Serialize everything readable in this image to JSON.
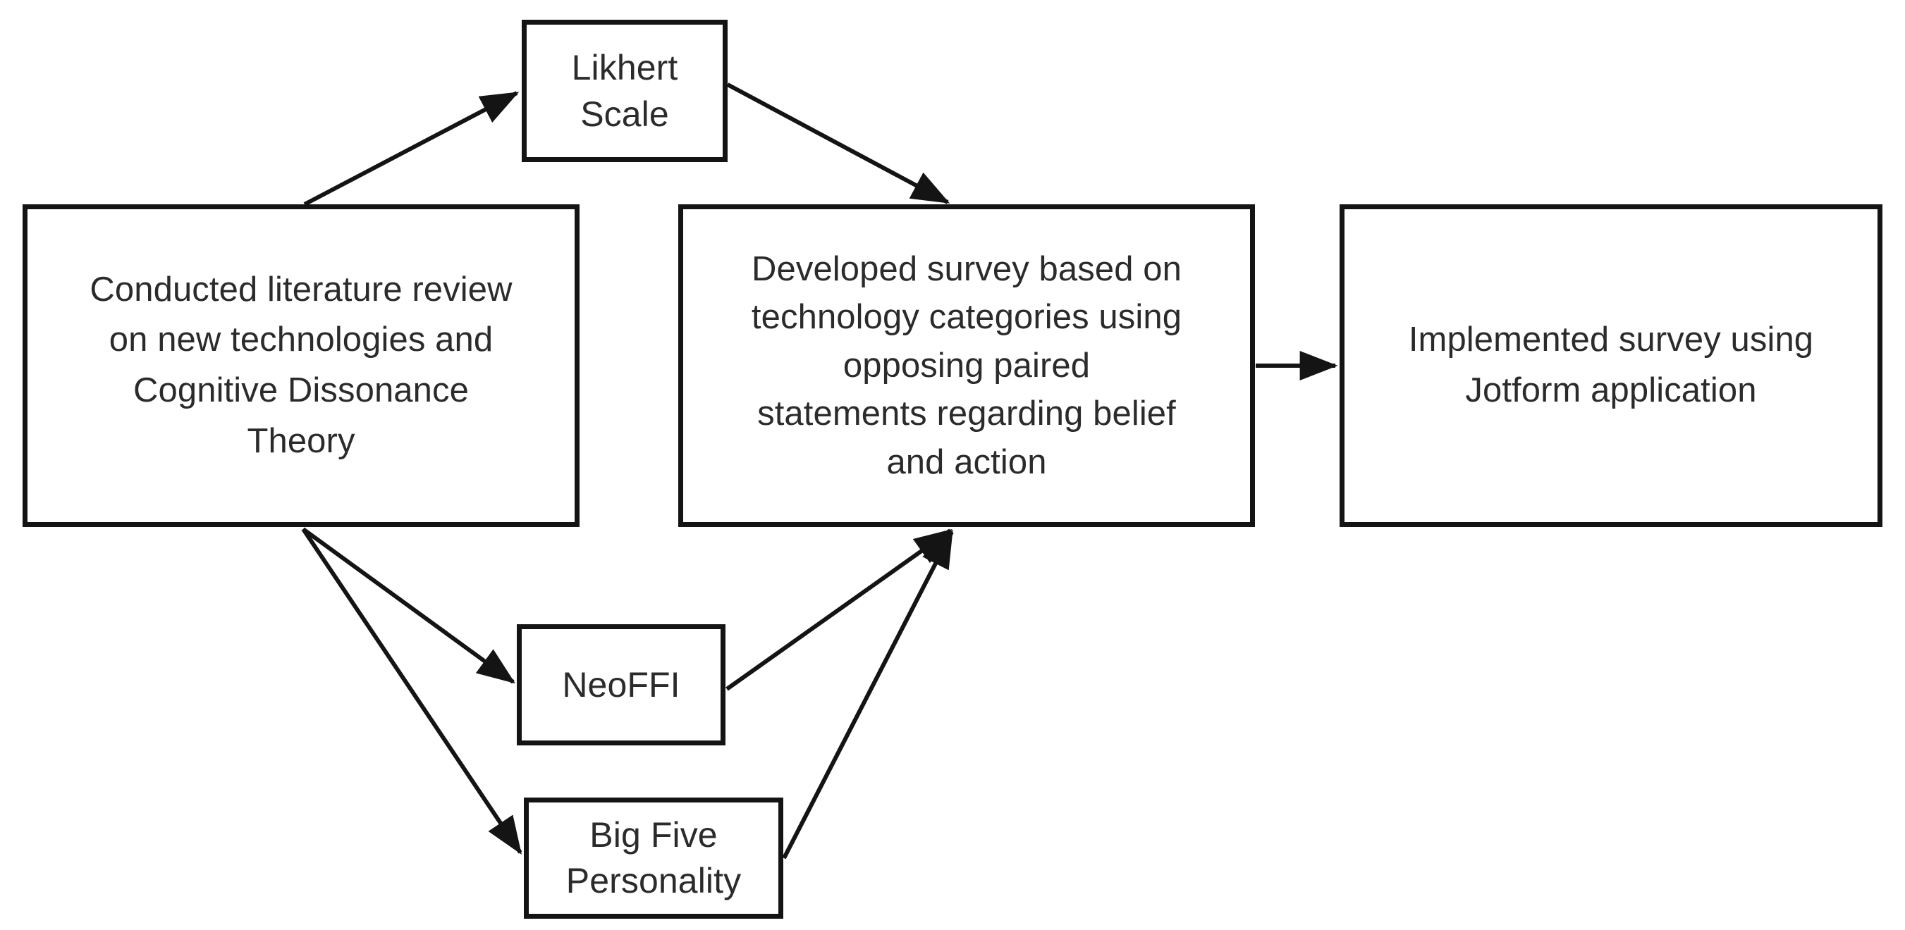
{
  "diagram": {
    "type": "flowchart",
    "title": "Survey development process flowchart",
    "background_color": "#ffffff",
    "node_border_color": "#141414",
    "node_fill_color": "#ffffff",
    "text_color": "#2b2b2b",
    "edge_color": "#141414",
    "nodes": [
      {
        "id": "likhert",
        "label": "Likhert\nScale",
        "shape": "rectangle"
      },
      {
        "id": "literature",
        "label": "Conducted literature review\non new technologies and\nCognitive Dissonance\nTheory",
        "shape": "rectangle"
      },
      {
        "id": "survey",
        "label": "Developed survey based on\ntechnology categories using\nopposing paired\nstatements regarding belief\nand action",
        "shape": "rectangle"
      },
      {
        "id": "implemented",
        "label": "Implemented survey using\nJotform application",
        "shape": "rectangle"
      },
      {
        "id": "neoffi",
        "label": "NeoFFI",
        "shape": "rectangle"
      },
      {
        "id": "bigfive",
        "label": "Big Five\nPersonality",
        "shape": "rectangle"
      }
    ],
    "edges": [
      {
        "id": "edge-literature-likhert",
        "from": "literature",
        "to": "likhert",
        "arrow": "single"
      },
      {
        "id": "edge-likhert-survey",
        "from": "likhert",
        "to": "survey",
        "arrow": "single"
      },
      {
        "id": "edge-literature-neoffi",
        "from": "literature",
        "to": "neoffi",
        "arrow": "single"
      },
      {
        "id": "edge-literature-bigfive",
        "from": "literature",
        "to": "bigfive",
        "arrow": "single"
      },
      {
        "id": "edge-neoffi-survey",
        "from": "neoffi",
        "to": "survey",
        "arrow": "single"
      },
      {
        "id": "edge-bigfive-survey",
        "from": "bigfive",
        "to": "survey",
        "arrow": "single"
      },
      {
        "id": "edge-survey-implemented",
        "from": "survey",
        "to": "implemented",
        "arrow": "single"
      }
    ]
  }
}
